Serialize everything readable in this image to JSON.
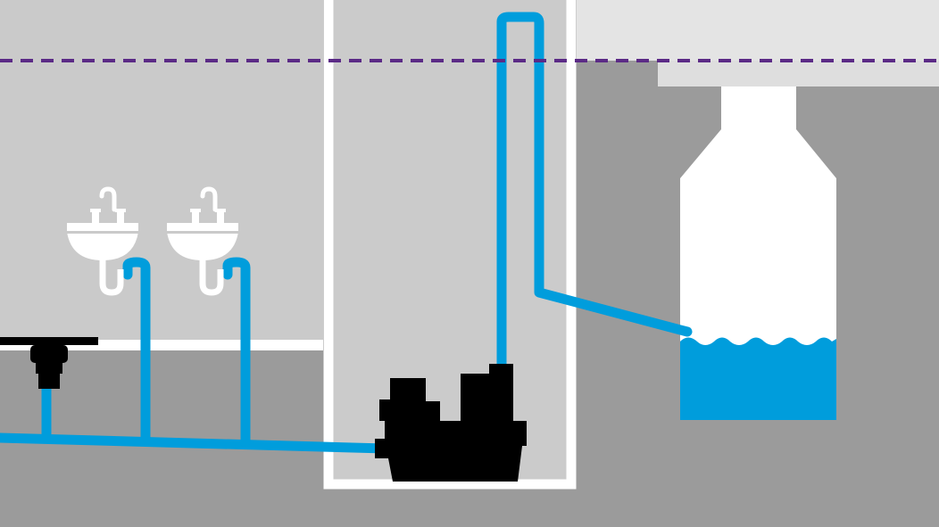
{
  "diagram": {
    "colors": {
      "ground": "#9b9b9b",
      "room_wall": "#cacaca",
      "shaft_fill": "#cbcbcb",
      "shaft_border": "#ffffff",
      "street": "#e4e4e4",
      "street_sidewalk": "#dedede",
      "pipe": "#009ddc",
      "water": "#009ddc",
      "sewer_tank": "#ffffff",
      "pump": "#000000",
      "fixture": "#ffffff",
      "backflow_line": "#5b2a86"
    },
    "elements": [
      {
        "name": "floor-drain-icon",
        "label": ""
      },
      {
        "name": "washbasin-icon",
        "label": ""
      },
      {
        "name": "washbasin-icon-2",
        "label": ""
      },
      {
        "name": "lifting-pump-icon",
        "label": ""
      },
      {
        "name": "sewer-tank",
        "label": ""
      },
      {
        "name": "backflow-level-line",
        "label": ""
      }
    ]
  }
}
